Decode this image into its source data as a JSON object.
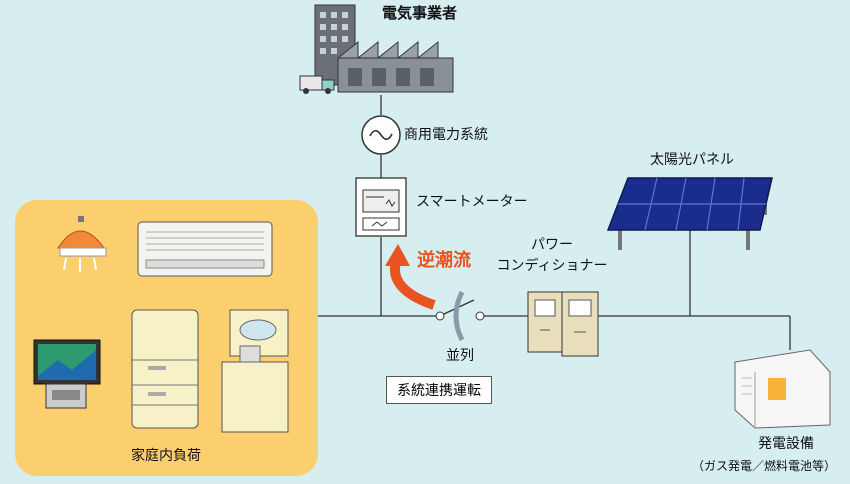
{
  "labels": {
    "utility": "電気事業者",
    "commercial_grid": "商用電力系統",
    "smart_meter": "スマートメーター",
    "reverse_flow": "逆潮流",
    "power_conditioner_1": "パワー",
    "power_conditioner_2": "コンディショナー",
    "solar_panel": "太陽光パネル",
    "parallel": "並列",
    "grid_connection": "系統連携運転",
    "household_load": "家庭内負荷",
    "generator": "発電設備",
    "generator_note": "（ガス発電／燃料電池等）"
  },
  "colors": {
    "background": "#d6eef0",
    "household_area": "#fbcf6e",
    "arrow": "#e8531f",
    "panel": "#1b2d8c",
    "line": "#333333"
  }
}
